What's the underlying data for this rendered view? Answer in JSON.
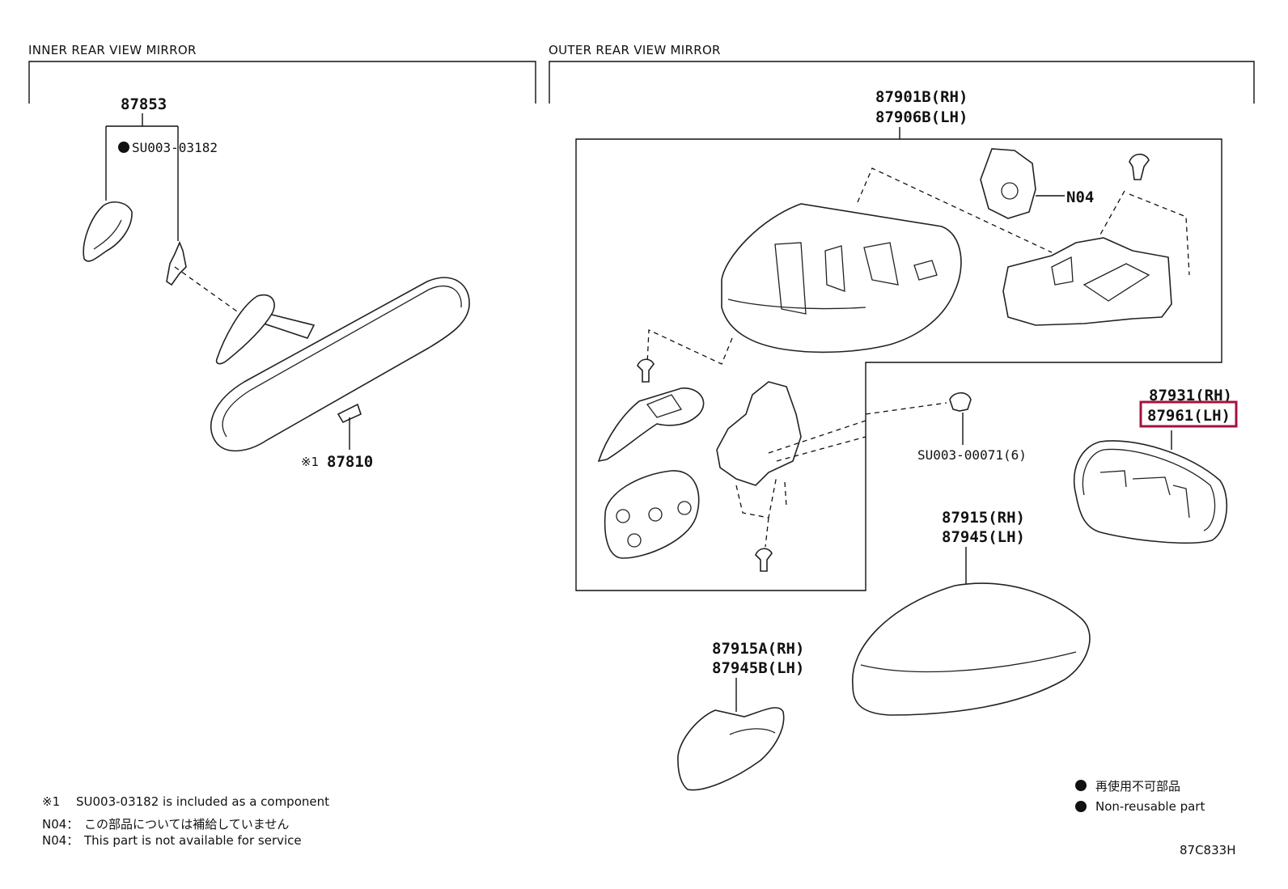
{
  "sections": {
    "inner": {
      "title": "INNER REAR VIEW MIRROR"
    },
    "outer": {
      "title": "OUTER REAR VIEW MIRROR"
    }
  },
  "parts": {
    "inner_assembly": "87853",
    "inner_nonreusable": "SU003-03182",
    "inner_mirror_mark": "※1",
    "inner_mirror": "87810",
    "outer_mirror_rh": "87901B(RH)",
    "outer_mirror_lh": "87906B(LH)",
    "note_code": "N04",
    "screw": "SU003-00071(6)",
    "glass_rh": "87931(RH)",
    "glass_lh": "87961(LH)",
    "cover_rh": "87915(RH)",
    "cover_lh": "87945(LH)",
    "lower_cover_rh": "87915A(RH)",
    "lower_cover_lh": "87945B(LH)"
  },
  "highlight": {
    "part": "87961(LH)",
    "color": "#a3133d"
  },
  "legend": {
    "nonreusable_jp": "再使用不可部品",
    "nonreusable_en": "Non-reusable part"
  },
  "notes": {
    "note1_mark": "※1",
    "note1_text": "SU003-03182 is included as a component",
    "n04_label_jp": "N04：",
    "n04_text_jp": "この部品については補給していません",
    "n04_label_en": "N04：",
    "n04_text_en": "This part is not available for service"
  },
  "figure_code": "87C833H"
}
